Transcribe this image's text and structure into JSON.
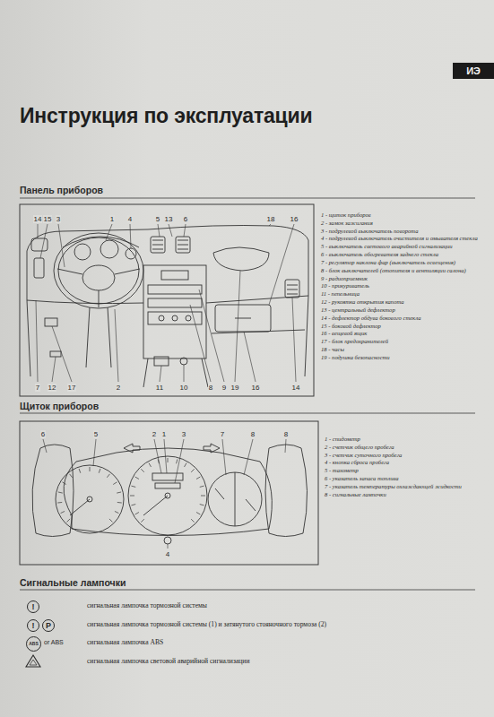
{
  "diagram": {
    "title": "Инструкция по эксплуатации",
    "nodes": [
      {
        "text": [
          "ИЭ"
        ]
      },
      {
        "text": [
          "!"
        ]
      },
      {
        "text": [
          "!"
        ]
      },
      {
        "text": [
          "P"
        ]
      },
      {
        "text": [
          "ABS"
        ]
      }
    ],
    "labels": [
      "Панель приборов",
      "14",
      "15",
      "3",
      "1",
      "4",
      "5",
      "13",
      "6",
      "18",
      "16",
      "7",
      "12",
      "17",
      "2",
      "11",
      "10",
      "8",
      "9",
      "19",
      "16",
      "14",
      "1 - щиток приборов",
      "2 - замок зажигания",
      "3 - подрулевой выключатель поворота",
      "4 - подрулевой выключатель очистителя и омывателя стекла",
      "5 - выключатель светового аварийной сигнализации",
      "6 - выключатель обогревателя заднего стекла",
      "7 - регулятор наклона фар (выключатель освещения)",
      "8 - блок выключателей (отопителя и вентиляции салона)",
      "9 - радиоприемник",
      "10 - прикуриватель",
      "11 - пепельница",
      "12 - рукоятка открытия капота",
      "13 - центральный дефлектор",
      "14 - дефлектор обдува бокового стекла",
      "15 - боковой дефлектор",
      "16 - вещевой ящик",
      "17 - блок предохранителей",
      "18 - часы",
      "19 - подушка безопасности",
      "Щиток приборов",
      "6",
      "5",
      "2",
      "1",
      "3",
      "7",
      "8",
      "8",
      "4",
      "1 - спидометр",
      "2 - счетчик общего пробега",
      "3 - счетчик суточного пробега",
      "4 - кнопка сброса пробега",
      "5 - тахометр",
      "6 - указатель запаса топлива",
      "7 - указатель температуры охлаждающей жидкости",
      "8 - сигнальные лампочки",
      "Сигнальные лампочки",
      "сигнальная лампочка тормозной системы",
      "сигнальная лампочка тормозной системы (1) и затянутого стояночного тормоза (2)",
      "сигнальная лампочка ABS",
      "сигнальная лампочка световой аварийной сигнализации",
      "or ABS"
    ]
  }
}
